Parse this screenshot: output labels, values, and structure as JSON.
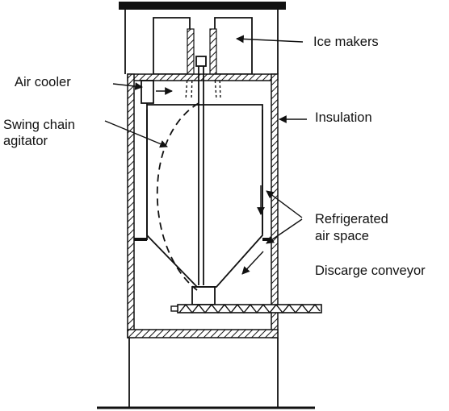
{
  "labels": {
    "ice_makers": "Ice makers",
    "air_cooler": "Air cooler",
    "insulation": "Insulation",
    "swing_chain_line1": "Swing chain",
    "swing_chain_line2": "agitator",
    "refrigerated_line1": "Refrigerated",
    "refrigerated_line2": "air space",
    "discharge_conveyor": "Discarge conveyor"
  },
  "colors": {
    "ink": "#111111",
    "paper": "#ffffff"
  }
}
